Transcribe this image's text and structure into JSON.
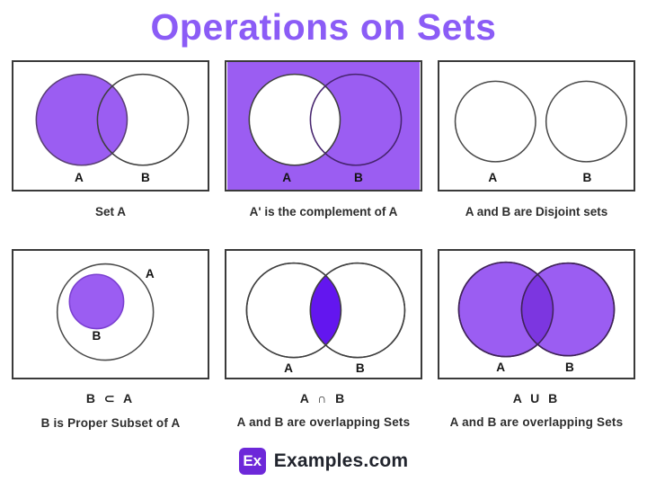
{
  "title": {
    "text": "Operations on Sets"
  },
  "colors": {
    "title_purple": "#8b5cf6",
    "set_fill_purple": "#9b5df2",
    "intersection_violet": "#6316ef",
    "union_overlap_purple": "#7c36e0",
    "panel_border": "#3a3a3a",
    "logo_purple": "#6d28d9"
  },
  "panels": [
    {
      "name": "set-a",
      "label_a": "A",
      "label_b": "B",
      "caption": "Set A"
    },
    {
      "name": "complement",
      "label_a": "A",
      "label_b": "B",
      "caption": "A' is the complement of A"
    },
    {
      "name": "disjoint",
      "label_a": "A",
      "label_b": "B",
      "caption": "A and B are Disjoint sets"
    },
    {
      "name": "proper-subset",
      "label_a": "A",
      "label_b": "B",
      "formula": "B ⊂ A",
      "caption": "B is Proper Subset of A"
    },
    {
      "name": "intersection",
      "label_a": "A",
      "label_b": "B",
      "formula": "A ∩ B",
      "caption": "A and B are overlapping Sets"
    },
    {
      "name": "union",
      "label_a": "A",
      "label_b": "B",
      "formula": "A U B",
      "caption": "A and B are overlapping Sets"
    }
  ],
  "footer": {
    "logo_text": "Ex",
    "brand": "Examples.com"
  }
}
